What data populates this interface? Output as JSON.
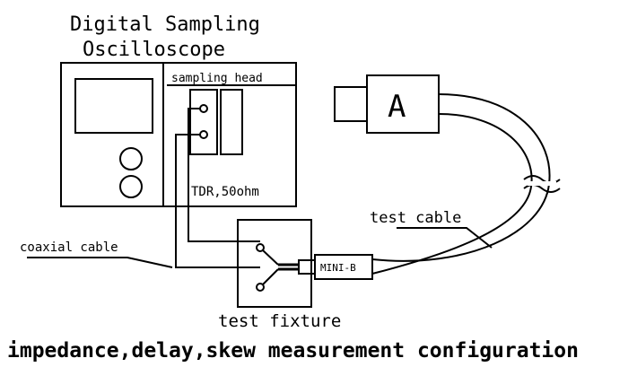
{
  "labels": {
    "title_line1": "Digital Sampling",
    "title_line2": "Oscilloscope",
    "sampling_head": "sampling head",
    "tdr": "TDR,50ohm",
    "coaxial_cable": "coaxial cable",
    "test_cable": "test cable",
    "test_fixture": "test fixture",
    "connector_a": "A",
    "mini_connector": "MINI-B",
    "caption": "impedance,delay,skew measurement configuration"
  },
  "colors": {
    "line": "#000000",
    "background": "#ffffff"
  }
}
